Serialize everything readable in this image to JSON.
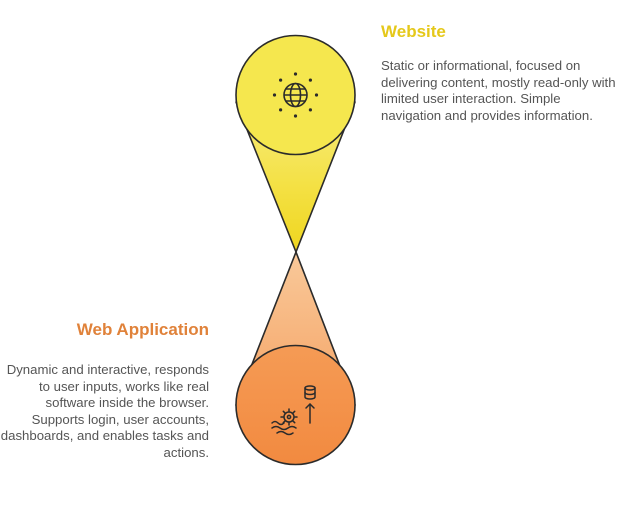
{
  "colors": {
    "website_accent": "#E5C81A",
    "webapp_accent": "#E0823A",
    "text": "#555555",
    "outline": "#2b2b2b"
  },
  "website": {
    "title": "Website",
    "description": "Static or informational, focused on delivering content, mostly read-only with limited user interaction. Simple navigation and provides information.",
    "icon": "globe-icon"
  },
  "webapp": {
    "title": "Web Application",
    "description": "Dynamic and interactive, responds to user inputs, works like real software inside the browser. Supports login, user accounts, dashboards, and enables tasks and actions.",
    "icon": "database-gear-icon"
  }
}
